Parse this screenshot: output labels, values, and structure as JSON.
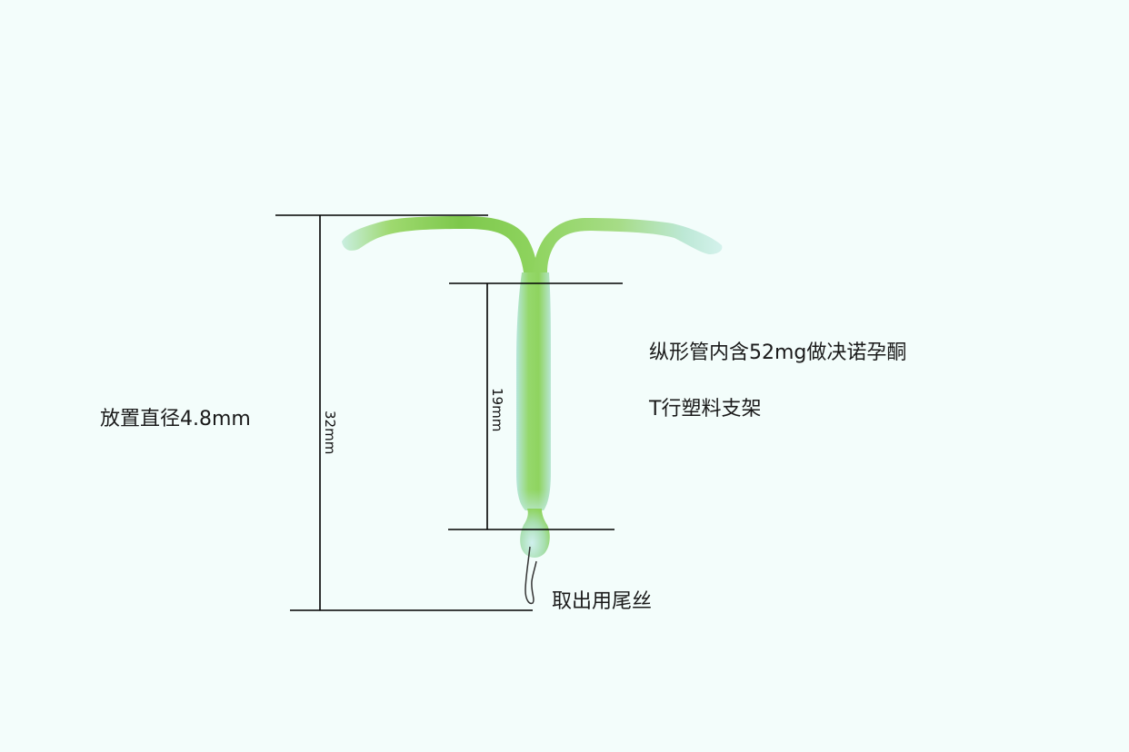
{
  "labels": {
    "placement_diameter": "放置直径4.8mm",
    "drug_tube": "纵形管内含52mg做决诺孕酮",
    "frame": "T行塑料支架",
    "removal_thread": "取出用尾丝"
  },
  "dimensions": {
    "total_length": "32mm",
    "tube_length": "19mm"
  },
  "colors": {
    "background": "#f3fdfb",
    "device_green": "#8fd45f",
    "device_teal": "#b8e8e2",
    "line": "#000000"
  }
}
